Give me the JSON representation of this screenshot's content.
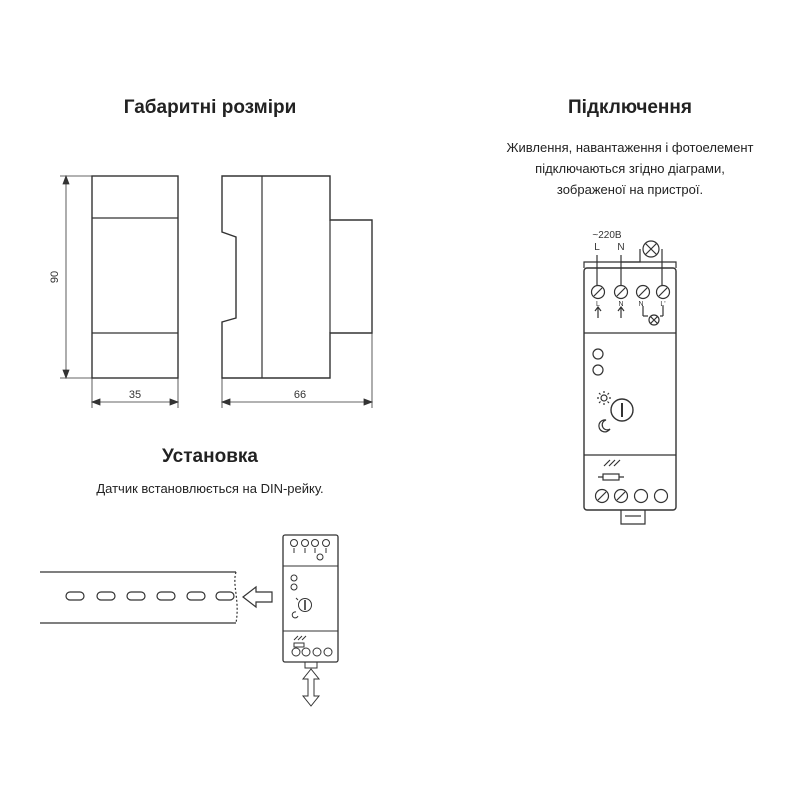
{
  "dimensions": {
    "title": "Габаритні розміри",
    "height_label": "90",
    "width_label": "35",
    "depth_label": "66"
  },
  "connection": {
    "title": "Підключення",
    "description_lines": [
      "Живлення, навантаження і фотоелемент",
      "підключаються згідно діаграми,",
      "зображеної на пристрої."
    ],
    "voltage_label": "~220В",
    "wire_labels": [
      "L",
      "N"
    ],
    "terminal_labels": [
      "L",
      "N",
      "N",
      "L'"
    ]
  },
  "installation": {
    "title": "Установка",
    "description": "Датчик встановлюється на DIN-рейку."
  }
}
